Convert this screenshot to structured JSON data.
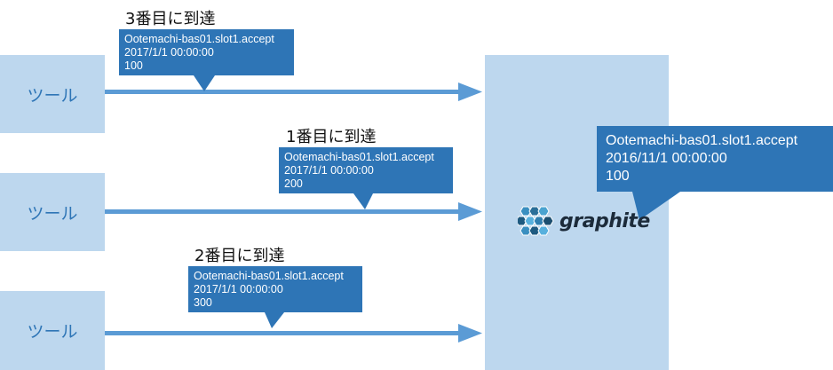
{
  "sources": [
    {
      "label": "ツール"
    },
    {
      "label": "ツール"
    },
    {
      "label": "ツール"
    }
  ],
  "callouts": [
    {
      "heading": "3番目に到達",
      "metric": "Ootemachi-bas01.slot1.accept",
      "timestamp": "2017/1/1 00:00:00",
      "value": "100"
    },
    {
      "heading": "1番目に到達",
      "metric": "Ootemachi-bas01.slot1.accept",
      "timestamp": "2017/1/1 00:00:00",
      "value": "200"
    },
    {
      "heading": "2番目に到達",
      "metric": "Ootemachi-bas01.slot1.accept",
      "timestamp": "2017/1/1 00:00:00",
      "value": "300"
    }
  ],
  "stored": {
    "metric": "Ootemachi-bas01.slot1.accept",
    "timestamp": "2016/11/1 00:00:00",
    "value": "100"
  },
  "logo": {
    "word": "graphite"
  },
  "colors": {
    "box": "#bdd7ee",
    "arrow": "#5b9bd5",
    "callout": "#2e75b6",
    "text_blue": "#2e75b6"
  }
}
